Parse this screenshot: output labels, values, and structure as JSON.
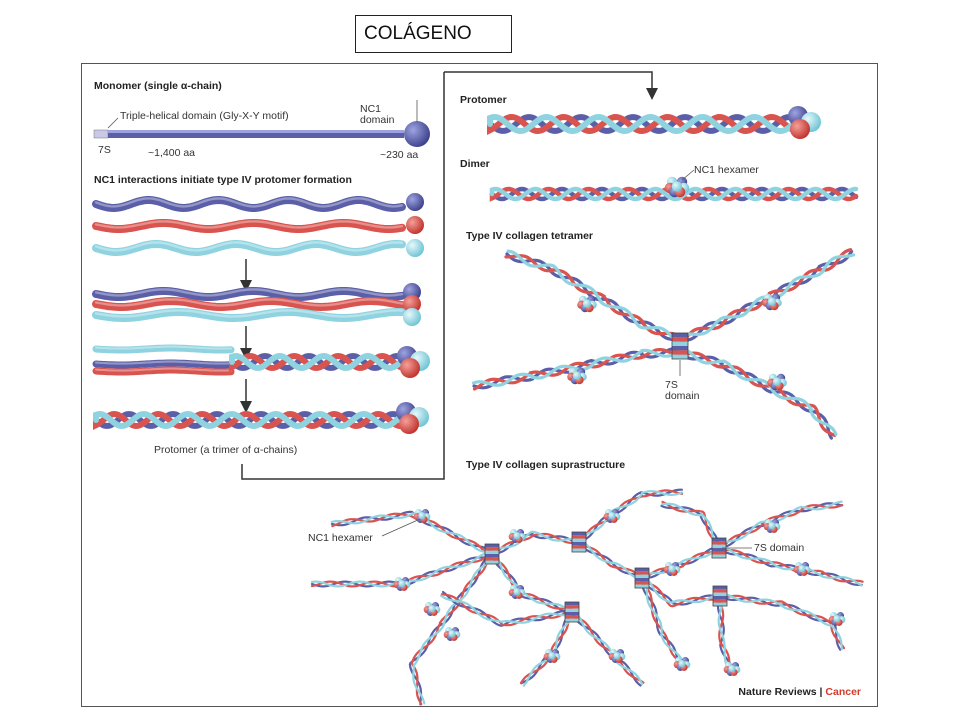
{
  "slide": {
    "title": "COLÁGENO"
  },
  "figure": {
    "monomer_header": "Monomer (single α-chain)",
    "triple_helical_label": "Triple-helical domain (Gly-X-Y motif)",
    "nc1_domain_label": "NC1\ndomain",
    "label_7s": "7S",
    "length_1400": "~1,400 aa",
    "length_230": "~230 aa",
    "nc1_interactions_header": "NC1 interactions initiate type IV protomer formation",
    "protomer_trimer_label": "Protomer (a trimer of α-chains)",
    "protomer_header": "Protomer",
    "dimer_header": "Dimer",
    "nc1_hexamer_label": "NC1 hexamer",
    "tetramer_header": "Type IV collagen tetramer",
    "domain_7s_label": "7S\ndomain",
    "suprastructure_header": "Type IV collagen suprastructure",
    "supra_nc1_hexamer_label": "NC1 hexamer",
    "supra_7s_label": "7S domain",
    "footer_left": "Nature Reviews | ",
    "footer_right": "Cancer"
  },
  "colors": {
    "chain_blue": "#5a5fa8",
    "chain_red": "#d9534f",
    "chain_cyan": "#8fd3e0",
    "footer_accent": "#d23a2a"
  }
}
